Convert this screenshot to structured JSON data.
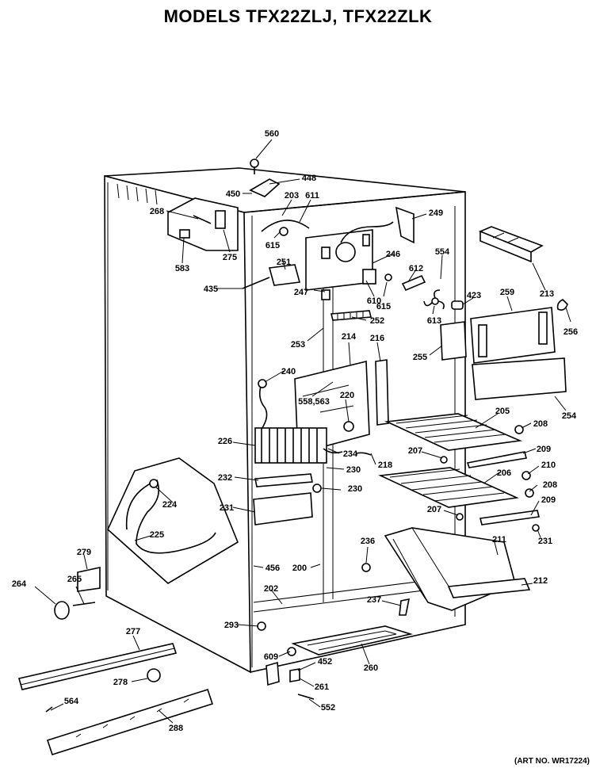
{
  "title": "MODELS TFX22ZLJ, TFX22ZLK",
  "art_no": "(ART NO. WR17224)",
  "callouts": [
    {
      "id": "560",
      "text": "560"
    },
    {
      "id": "448",
      "text": "448"
    },
    {
      "id": "450",
      "text": "450"
    },
    {
      "id": "203",
      "text": "203"
    },
    {
      "id": "611",
      "text": "611"
    },
    {
      "id": "268",
      "text": "268"
    },
    {
      "id": "249",
      "text": "249"
    },
    {
      "id": "615a",
      "text": "615"
    },
    {
      "id": "275",
      "text": "275"
    },
    {
      "id": "583",
      "text": "583"
    },
    {
      "id": "251",
      "text": "251"
    },
    {
      "id": "246",
      "text": "246"
    },
    {
      "id": "554",
      "text": "554"
    },
    {
      "id": "213",
      "text": "213"
    },
    {
      "id": "612",
      "text": "612"
    },
    {
      "id": "435",
      "text": "435"
    },
    {
      "id": "247",
      "text": "247"
    },
    {
      "id": "610",
      "text": "610"
    },
    {
      "id": "615b",
      "text": "615"
    },
    {
      "id": "423",
      "text": "423"
    },
    {
      "id": "259",
      "text": "259"
    },
    {
      "id": "613",
      "text": "613"
    },
    {
      "id": "256",
      "text": "256"
    },
    {
      "id": "252",
      "text": "252"
    },
    {
      "id": "253",
      "text": "253"
    },
    {
      "id": "214",
      "text": "214"
    },
    {
      "id": "216",
      "text": "216"
    },
    {
      "id": "255",
      "text": "255"
    },
    {
      "id": "240",
      "text": "240"
    },
    {
      "id": "220",
      "text": "220"
    },
    {
      "id": "558",
      "text": "558,563"
    },
    {
      "id": "254",
      "text": "254"
    },
    {
      "id": "205",
      "text": "205"
    },
    {
      "id": "208a",
      "text": "208"
    },
    {
      "id": "226",
      "text": "226"
    },
    {
      "id": "234",
      "text": "234"
    },
    {
      "id": "207a",
      "text": "207"
    },
    {
      "id": "209a",
      "text": "209"
    },
    {
      "id": "218",
      "text": "218"
    },
    {
      "id": "230a",
      "text": "230"
    },
    {
      "id": "210",
      "text": "210"
    },
    {
      "id": "232",
      "text": "232"
    },
    {
      "id": "206",
      "text": "206"
    },
    {
      "id": "208b",
      "text": "208"
    },
    {
      "id": "230b",
      "text": "230"
    },
    {
      "id": "224",
      "text": "224"
    },
    {
      "id": "231a",
      "text": "231"
    },
    {
      "id": "207b",
      "text": "207"
    },
    {
      "id": "209b",
      "text": "209"
    },
    {
      "id": "225",
      "text": "225"
    },
    {
      "id": "236",
      "text": "236"
    },
    {
      "id": "211",
      "text": "211"
    },
    {
      "id": "231b",
      "text": "231"
    },
    {
      "id": "279",
      "text": "279"
    },
    {
      "id": "456",
      "text": "456"
    },
    {
      "id": "200",
      "text": "200"
    },
    {
      "id": "212",
      "text": "212"
    },
    {
      "id": "264",
      "text": "264"
    },
    {
      "id": "265",
      "text": "265"
    },
    {
      "id": "202",
      "text": "202"
    },
    {
      "id": "237",
      "text": "237"
    },
    {
      "id": "293",
      "text": "293"
    },
    {
      "id": "277",
      "text": "277"
    },
    {
      "id": "609",
      "text": "609"
    },
    {
      "id": "452",
      "text": "452"
    },
    {
      "id": "260",
      "text": "260"
    },
    {
      "id": "278",
      "text": "278"
    },
    {
      "id": "261",
      "text": "261"
    },
    {
      "id": "564",
      "text": "564"
    },
    {
      "id": "552",
      "text": "552"
    },
    {
      "id": "288",
      "text": "288"
    }
  ]
}
